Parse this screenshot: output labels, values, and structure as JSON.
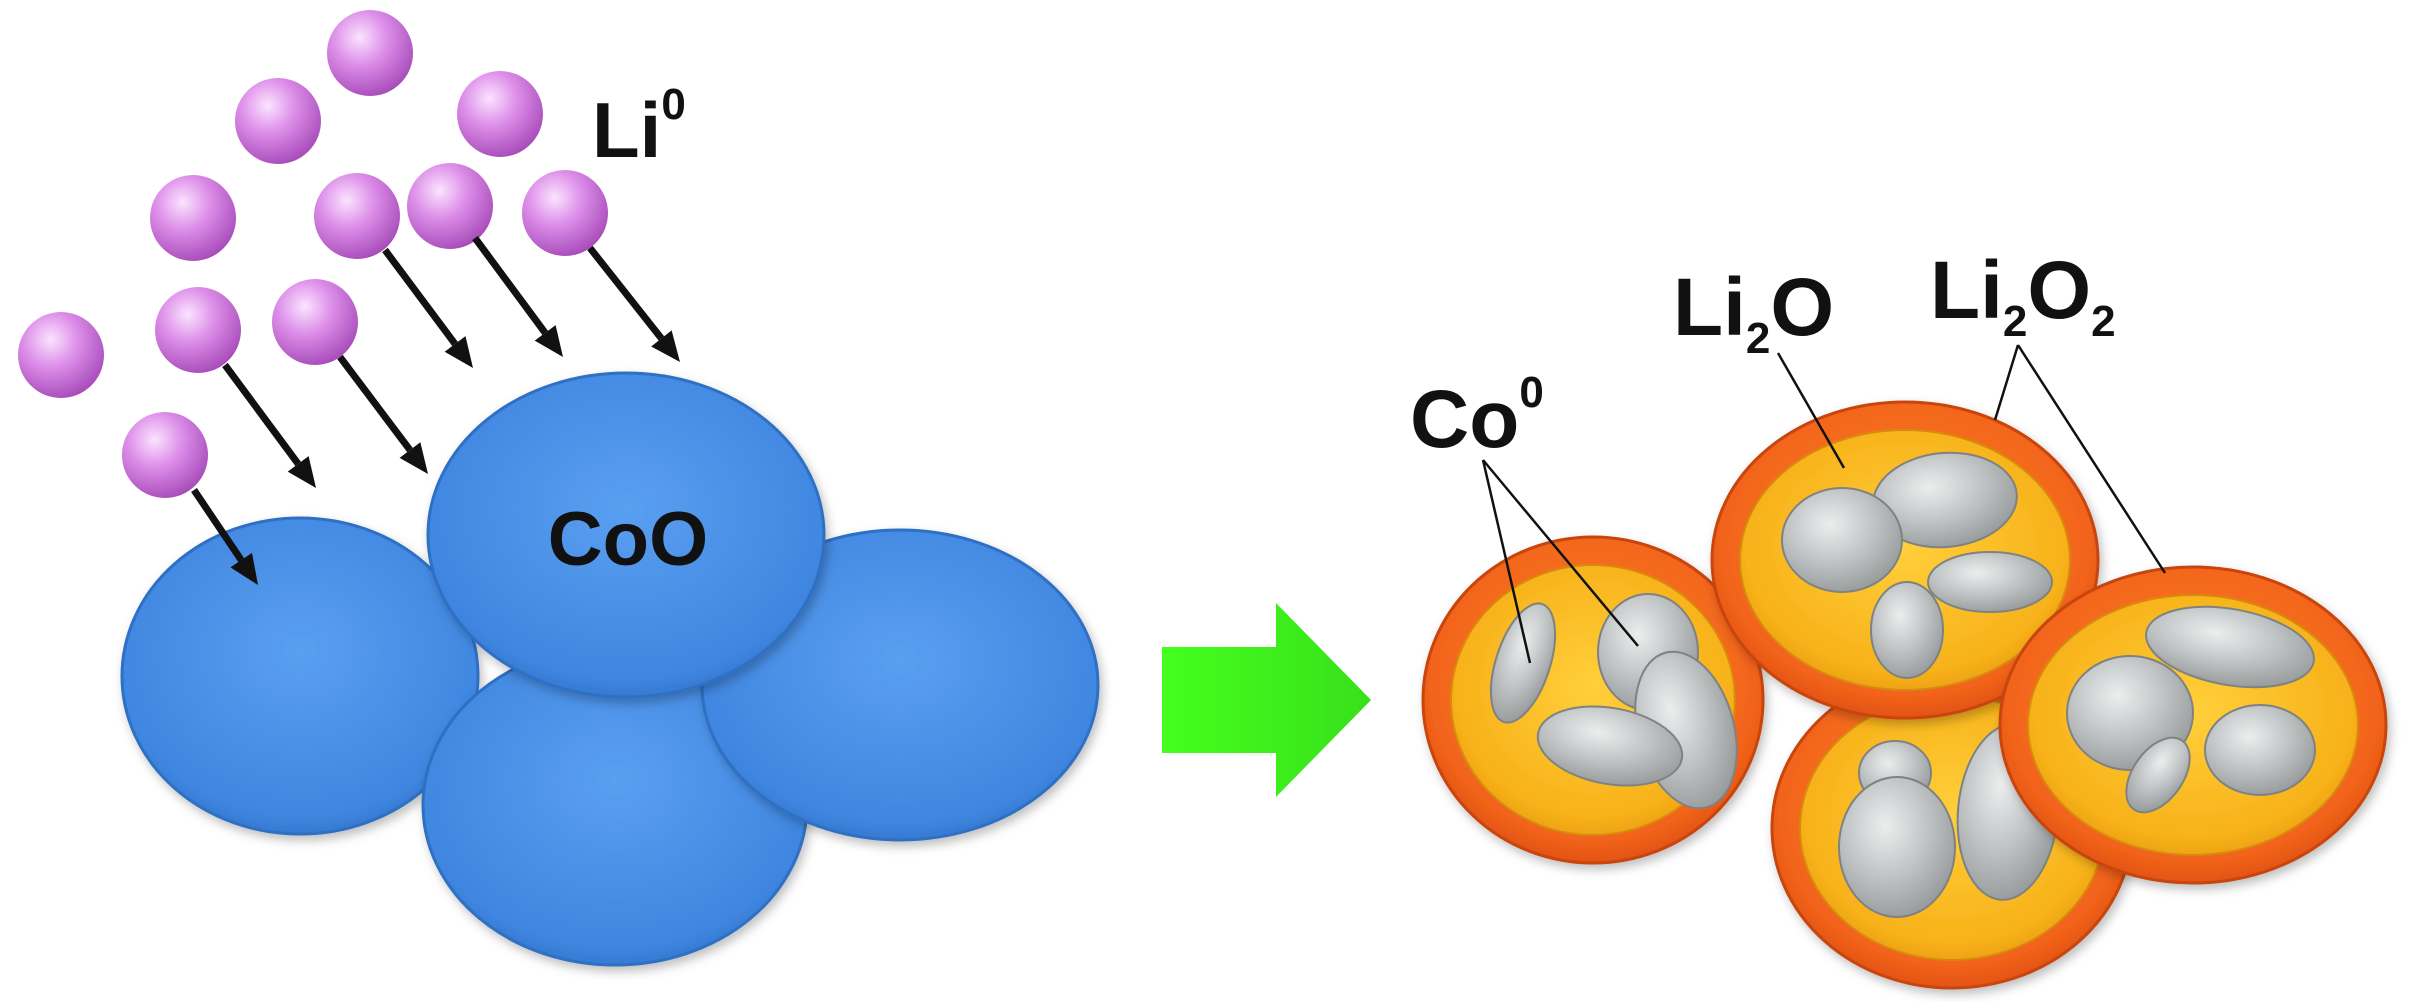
{
  "labels": {
    "lithium_atom": {
      "base": "Li",
      "sup": "0"
    },
    "cobalt_oxide": "CoO",
    "cobalt_metal": {
      "base": "Co",
      "sup": "0"
    },
    "lithium_oxide": {
      "base": "Li",
      "sub": "2",
      "tail": "O"
    },
    "lithium_peroxide": {
      "base": "Li",
      "sub1": "2",
      "mid": "O",
      "sub2": "2"
    }
  },
  "colors": {
    "lithium_atom": "#d98be6",
    "cobalt_oxide": "#4a8ee6",
    "reaction_arrow": "#44ff1e",
    "li2o2_shell": "#ef5a12",
    "li2o_layer": "#f7b21a",
    "cobalt_particle": "#b9bcbd",
    "text": "#111111"
  },
  "icons": {
    "reaction_arrow": "right-arrow-icon",
    "flow_arrows": "down-right-arrow-icon"
  }
}
